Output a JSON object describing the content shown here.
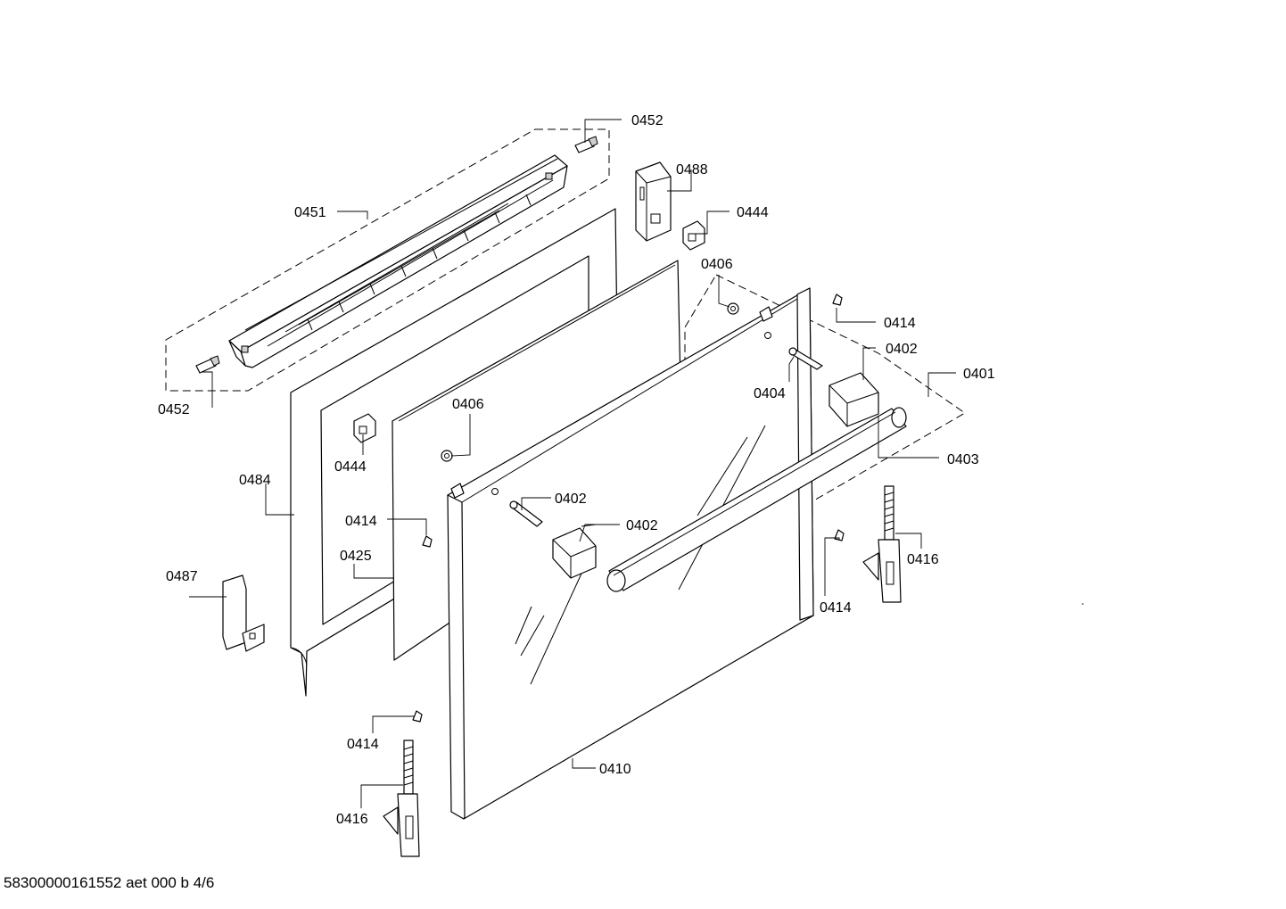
{
  "diagram": {
    "labels": {
      "l0452a": "0452",
      "l0488": "0488",
      "l0451": "0451",
      "l0444a": "0444",
      "l0406a": "0406",
      "l0414a": "0414",
      "l0402a": "0402",
      "l0401": "0401",
      "l0404": "0404",
      "l0452b": "0452",
      "l0406b": "0406",
      "l0403": "0403",
      "l0444b": "0444",
      "l0484": "0484",
      "l0402b": "0402",
      "l0414b": "0414",
      "l0402c": "0402",
      "l0416a": "0416",
      "l0425": "0425",
      "l0487": "0487",
      "l0414c": "0414",
      "l0414d": "0414",
      "l0410": "0410",
      "l0416b": "0416"
    },
    "footer": "58300000161552 aet 000 b 4/6"
  }
}
